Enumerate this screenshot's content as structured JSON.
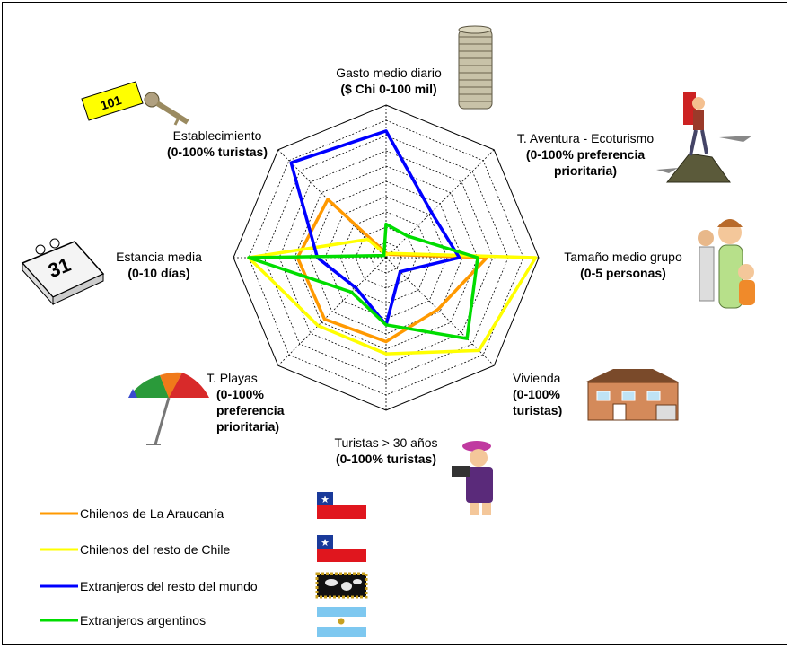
{
  "chart_data": {
    "type": "radar",
    "axes": [
      {
        "name": "Gasto medio diario",
        "range": "($ Chi 0-100 mil)",
        "max": 100
      },
      {
        "name": "T. Aventura - Ecoturismo",
        "range": "(0-100% preferencia prioritaria)",
        "max": 100
      },
      {
        "name": "Tamaño medio grupo",
        "range": "(0-5 personas)",
        "max": 5
      },
      {
        "name": "Vivienda",
        "range": "(0-100% turistas)",
        "max": 100
      },
      {
        "name": "Turistas > 30 años",
        "range": "(0-100% turistas)",
        "max": 100
      },
      {
        "name": "T. Playas",
        "range": "(0-100% preferencia prioritaria)",
        "max": 100
      },
      {
        "name": "Estancia media",
        "range": "(0-10 días)",
        "max": 10
      },
      {
        "name": "Establecimiento",
        "range": "(0-100% turistas)",
        "max": 100
      }
    ],
    "rings": 10,
    "series": [
      {
        "name": "Chilenos de La Araucanía",
        "color": "#FF9900",
        "values": [
          3,
          3,
          3.3,
          48,
          55,
          57,
          5.8,
          54
        ]
      },
      {
        "name": "Chilenos del resto de Chile",
        "color": "#FFFF00",
        "values": [
          2,
          4,
          4.9,
          86,
          63,
          63,
          9,
          17
        ]
      },
      {
        "name": "Extranjeros del resto del mundo",
        "color": "#0000FF",
        "values": [
          83,
          42,
          2.4,
          13,
          44,
          28,
          4.5,
          88
        ]
      },
      {
        "name": "Extranjeros argentinos",
        "color": "#00DD00",
        "values": [
          22,
          20,
          3,
          75,
          44,
          32,
          9,
          2
        ]
      }
    ]
  },
  "legend": {
    "items": [
      {
        "label": "Chilenos de La Araucanía",
        "flag": "chile-flag"
      },
      {
        "label": "Chilenos del resto de Chile",
        "flag": "chile-flag"
      },
      {
        "label": "Extranjeros del resto del mundo",
        "flag": "world-map-flag"
      },
      {
        "label": "Extranjeros argentinos",
        "flag": "argentina-flag"
      }
    ]
  },
  "labels": {
    "key_tag": "101",
    "calendar_day": "31"
  },
  "icons": [
    "coin-stack-icon",
    "hiker-icon",
    "family-icon",
    "house-icon",
    "tourist-camera-icon",
    "beach-umbrella-icon",
    "calendar-icon",
    "hotel-key-icon"
  ]
}
